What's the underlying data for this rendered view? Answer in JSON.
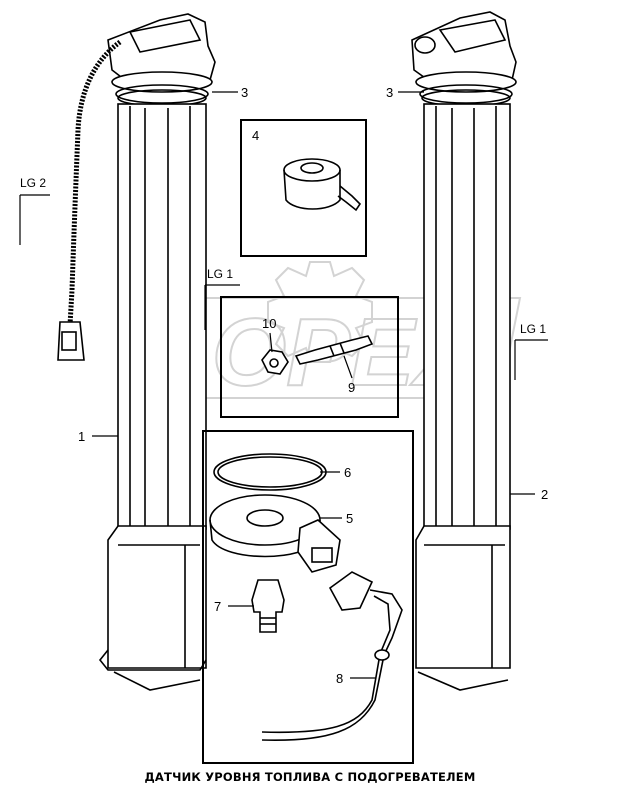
{
  "caption": "ДАТЧИК УРОВНЯ ТОПЛИВА С ПОДОГРЕВАТЕЛЕМ",
  "watermark": "OPEX",
  "callouts": {
    "c1": "1",
    "c2": "2",
    "c3_left": "3",
    "c3_right": "3",
    "c4": "4",
    "c5": "5",
    "c6": "6",
    "c7": "7",
    "c8": "8",
    "c9": "9",
    "c10": "10"
  },
  "refs": {
    "lg2": "LG 2",
    "lg1_center": "LG 1",
    "lg1_right": "LG 1"
  },
  "colors": {
    "line": "#000000",
    "background": "#ffffff",
    "watermark": "#d9d9d9"
  }
}
